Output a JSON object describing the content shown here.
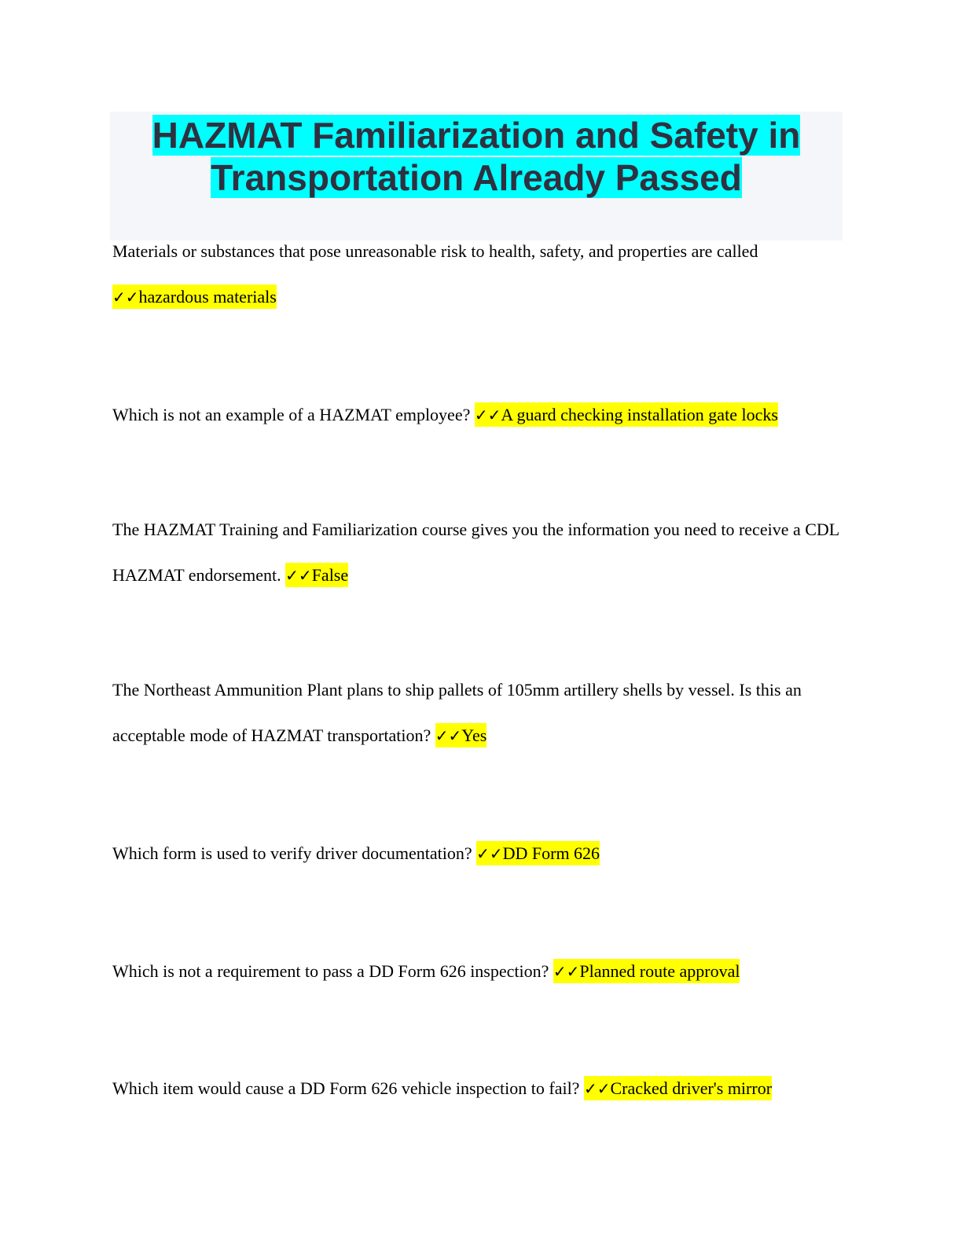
{
  "title": "HAZMAT Familiarization and Safety in Transportation Already Passed",
  "check_mark": "✓✓",
  "items": [
    {
      "question": "Materials or substances that pose unreasonable risk to health, safety, and properties are called",
      "answer": "hazardous materials",
      "answer_newline": true
    },
    {
      "question": "Which is not an example of a HAZMAT employee?",
      "answer": "A guard checking installation gate locks"
    },
    {
      "question": "The HAZMAT Training and Familiarization course gives you the information you need to receive a CDL HAZMAT endorsement.",
      "answer": "False"
    },
    {
      "question": "The Northeast Ammunition Plant plans to ship pallets of 105mm artillery shells by vessel. Is this an acceptable mode of HAZMAT transportation?",
      "answer": "Yes"
    },
    {
      "question": "Which form is used to verify driver documentation?",
      "answer": "DD Form 626"
    },
    {
      "question": "Which is not a requirement to pass a DD Form 626 inspection?",
      "answer": "Planned route approval"
    },
    {
      "question": "Which item would cause a DD Form 626 vehicle inspection to fail?",
      "answer": "Cracked driver's mirror"
    }
  ]
}
